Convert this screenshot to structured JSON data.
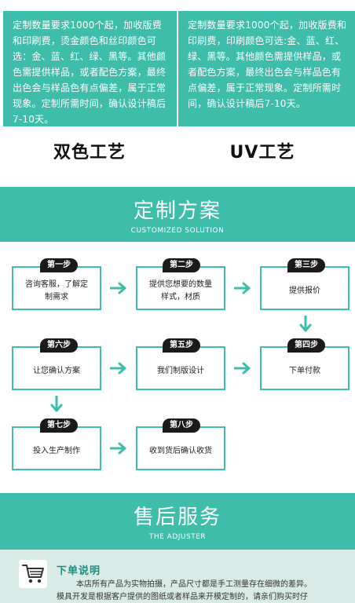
{
  "top": {
    "left_text": "定制数量要求1000个起，加收版费和印刷费，烫金颜色和丝印颜色可选：金、蓝、红、绿、黑等。其他颜色需提供样品，或者配色方案，最终出色会与样品色有点偏差，属于正常现象。定制所需时间，确认设计稿后7-10天。",
    "right_text": "定制数量要求1000个起，加收版费和印刷费，印刷颜色可选:金、蓝、红、绿、黑等。其他颜色需提供样品，或者配色方案，最终出色会与样品色有点偏差，属于正常现象。定制所需时间，确认设计稿后7-10天。",
    "left_title": "双色工艺",
    "right_title": "UV工艺"
  },
  "custom_section": {
    "title": "定制方案",
    "subtitle": "CUSTOMIZED SOLUTION"
  },
  "steps": [
    {
      "badge": "第一步",
      "text": "咨询客服，了解定制需求"
    },
    {
      "badge": "第二步",
      "text": "提供您想要的数量样式，材质"
    },
    {
      "badge": "第三步",
      "text": "提供报价"
    },
    {
      "badge": "第四步",
      "text": "下单付款"
    },
    {
      "badge": "第五步",
      "text": "我们制版设计"
    },
    {
      "badge": "第六步",
      "text": "让您确认方案"
    },
    {
      "badge": "第七步",
      "text": "投入生产制作"
    },
    {
      "badge": "第八步",
      "text": "收到货后确认收货"
    }
  ],
  "after_sales": {
    "title": "售后服务",
    "subtitle": "THE ADJUSTER"
  },
  "order_notes": {
    "title": "下单说明",
    "line1": "本店所有产品为实物拍摄，产品尺寸都是手工测量存在细微的差异。",
    "line2": "模具开发是根据客户提供的图纸或者样品来开模定制的，请亲们购买时仔"
  },
  "colors": {
    "accent": "#3dbdaa",
    "badge": "#1a1a1a",
    "bottom_bg": "#d9ebe7"
  }
}
